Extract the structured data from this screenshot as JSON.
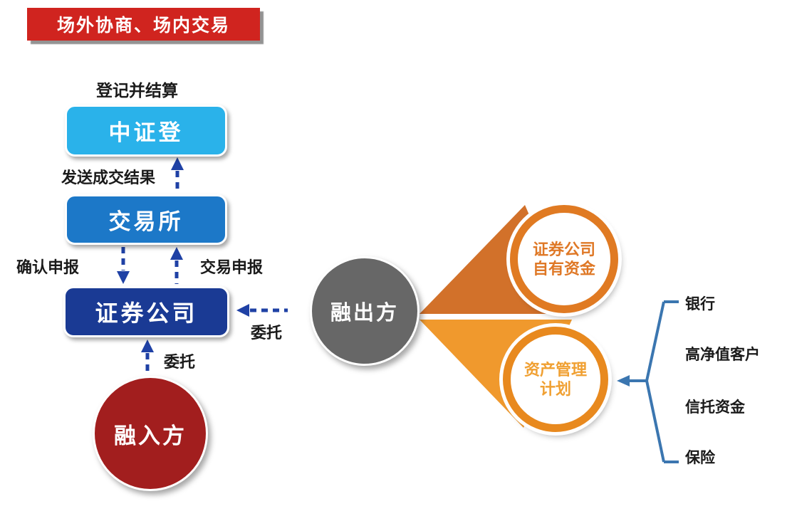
{
  "banner": {
    "label": "场外协商、场内交易"
  },
  "flow": {
    "register_settle_label": "登记并结算",
    "csdc": "中证登",
    "send_result_label": "发送成交结果",
    "exchange": "交易所",
    "confirm_label": "确认申报",
    "declare_label": "交易申报",
    "broker": "证券公司",
    "entrust_lender_label": "委托",
    "entrust_borrower_label": "委托",
    "lender": "融出方",
    "borrower": "融入方"
  },
  "funding": {
    "own_funds_line1": "证券公司",
    "own_funds_line2": "自有资金",
    "asset_plan_line1": "资产管理",
    "asset_plan_line2": "计划",
    "sources": [
      "银行",
      "高净值客户",
      "信托资金",
      "保险"
    ]
  },
  "colors": {
    "banner_red": "#D0241F",
    "csdc_blue": "#2AB2EA",
    "exchange_blue": "#1C78C8",
    "broker_navy": "#1A3A94",
    "borrower_red": "#A21E1E",
    "lender_gray": "#676767",
    "arrow_blue": "#1F41A5",
    "triangle_dark_orange": "#D2712A",
    "triangle_light_orange": "#F0992D",
    "ring_orange": "#E07A22",
    "bracket_blue": "#3B76B0"
  }
}
